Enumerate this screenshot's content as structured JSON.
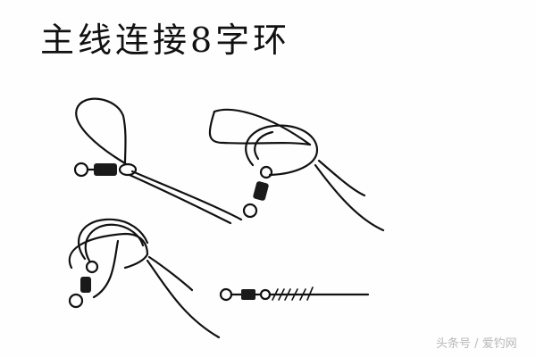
{
  "title": "主线连接8字环",
  "watermark": "头条号 / 爱钓网",
  "colors": {
    "ink": "#111111",
    "background": "#fefefe",
    "watermark": "#b9b9b9"
  },
  "steps": [
    {
      "id": 1,
      "description": "line looped through swivel eye"
    },
    {
      "id": 2,
      "description": "loop wrapped around swivel"
    },
    {
      "id": 3,
      "description": "swivel passed through loop"
    },
    {
      "id": 4,
      "description": "knot tightened on swivel"
    }
  ]
}
